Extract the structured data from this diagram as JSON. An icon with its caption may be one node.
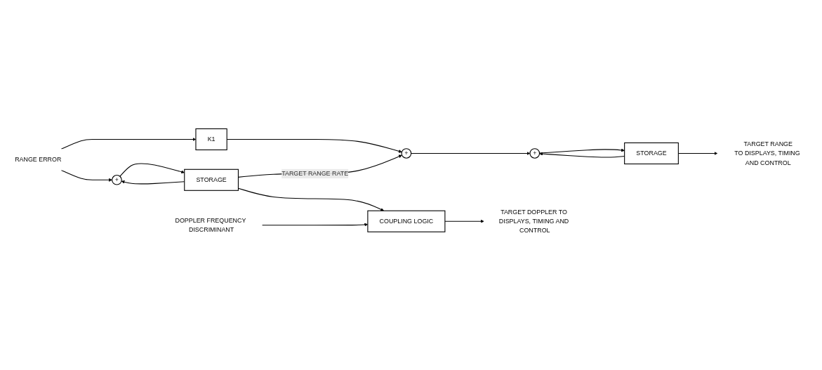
{
  "diagram": {
    "nodes": [
      {
        "text": [
          "RANGE ERROR"
        ]
      },
      {
        "text": [
          "K1"
        ]
      },
      {
        "text": [
          "+"
        ]
      },
      {
        "text": [
          "STORAGE"
        ]
      },
      {
        "text": [
          "+"
        ]
      },
      {
        "text": [
          "+"
        ]
      },
      {
        "text": [
          "STORAGE"
        ]
      },
      {
        "text": [
          "TARGET RANGE",
          "TO DISPLAYS, TIMING AND CONTROL"
        ]
      },
      {
        "text": [
          "COUPLING LOGIC"
        ]
      },
      {
        "text": [
          "TARGET DOPPLER TO DISPLAYS, TIMING AND CONTROL"
        ]
      },
      {
        "text": [
          "DOPPLER FREQUENCY DISCRIMINANT"
        ]
      }
    ],
    "edges": [
      {
        "from": 0,
        "to": 1,
        "arrow": "to"
      },
      {
        "from": 0,
        "to": 2,
        "arrow": "to"
      },
      {
        "from": 1,
        "to": 4,
        "arrow": "to"
      },
      {
        "from": 2,
        "to": 3,
        "arrow": "to"
      },
      {
        "from": 3,
        "to": 4,
        "arrow": "to",
        "label": "TARGET RANGE RATE"
      },
      {
        "from": 3,
        "to": 2,
        "arrow": "to"
      },
      {
        "from": 3,
        "to": 8,
        "arrow": "to"
      },
      {
        "from": 4,
        "to": 5,
        "arrow": "to"
      },
      {
        "from": 5,
        "to": 6,
        "arrow": "to"
      },
      {
        "from": 6,
        "to": 7,
        "arrow": "to"
      },
      {
        "from": 6,
        "to": 5,
        "arrow": "to"
      },
      {
        "from": 8,
        "to": 9,
        "arrow": "to"
      },
      {
        "from": 10,
        "to": 8,
        "arrow": "to"
      }
    ]
  }
}
